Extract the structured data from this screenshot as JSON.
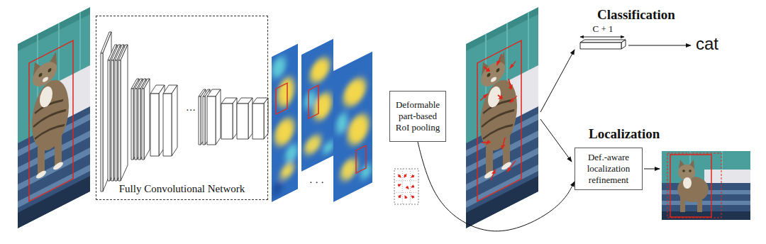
{
  "diagram": {
    "nodes": [
      {
        "text": [
          "Fully Convolutional Network"
        ]
      },
      {
        "text": [
          "Deformable part-based RoI pooling"
        ]
      },
      {
        "text": [
          "C + 1"
        ]
      },
      {
        "text": [
          "Def.-aware localization refinement"
        ]
      }
    ],
    "edges": [
      {
        "from": 1,
        "to": 3,
        "arrow": "to"
      }
    ],
    "labels": [
      "···",
      "· · ·",
      "Classification",
      "cat",
      "Localization"
    ]
  }
}
